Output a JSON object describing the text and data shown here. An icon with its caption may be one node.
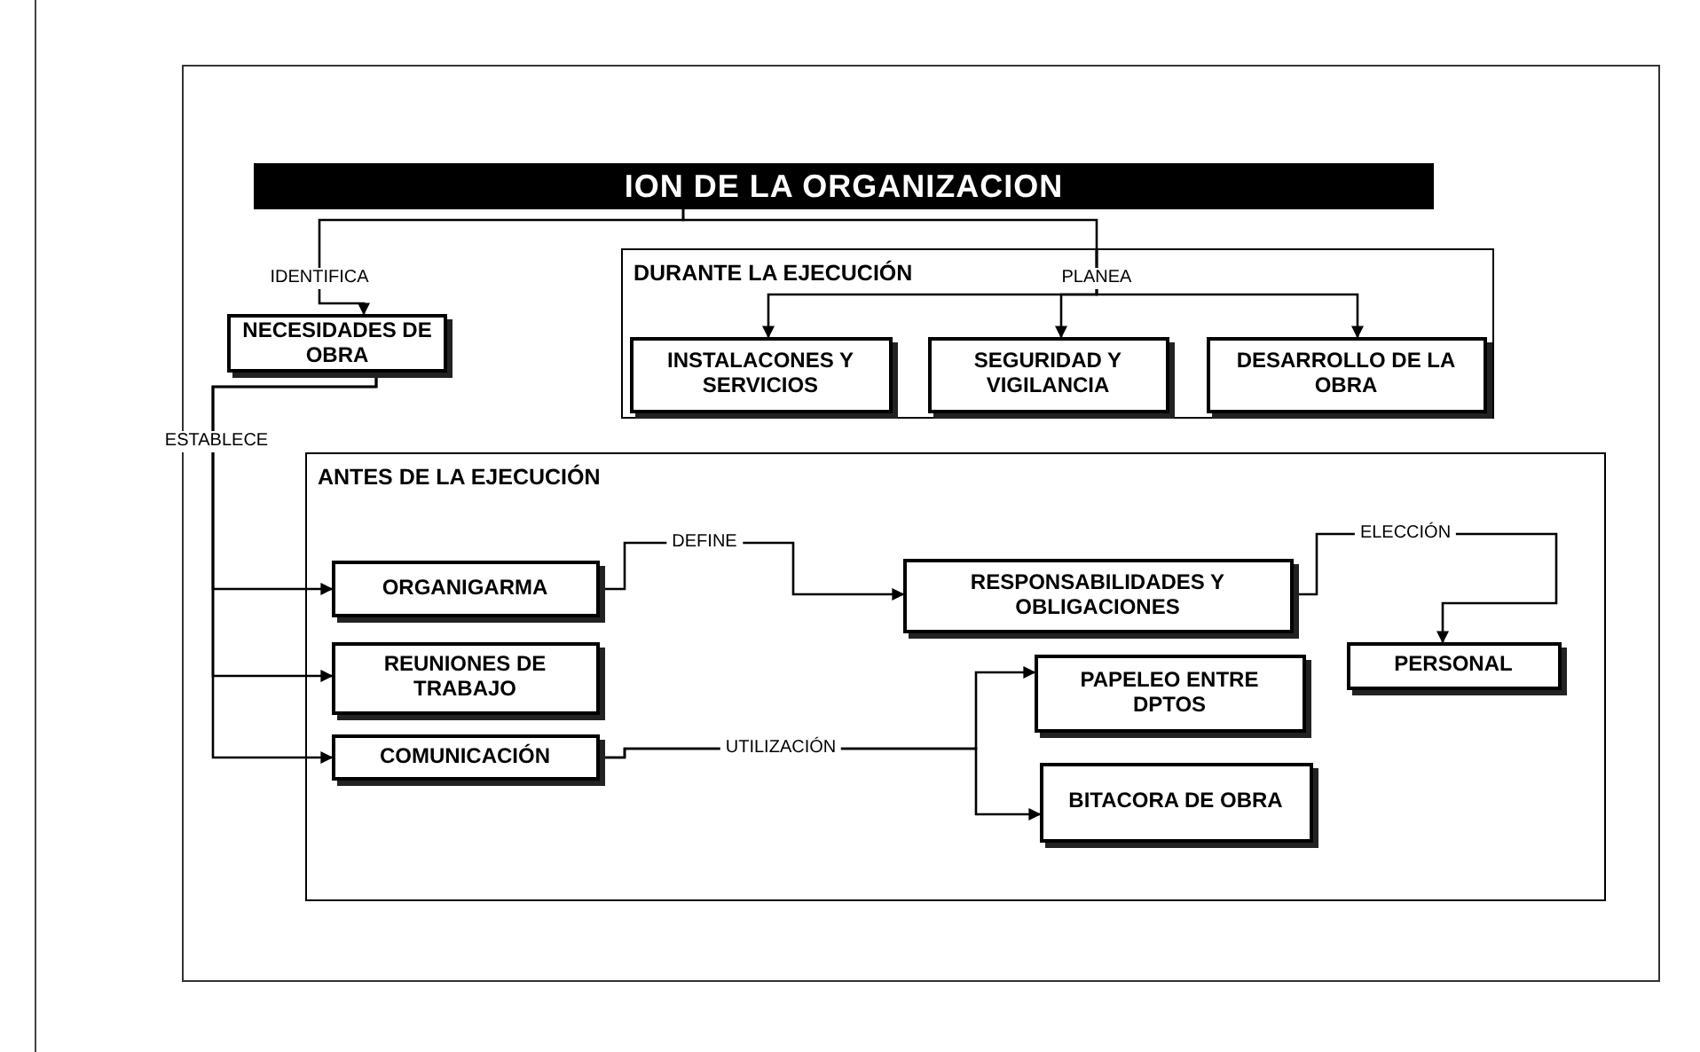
{
  "diagram": {
    "nodes": [
      {
        "text": [
          "ION DE LA ORGANIZACION"
        ]
      },
      {
        "text": [
          "DURANTE LA EJECUCIÓN"
        ]
      },
      {
        "text": [
          "NECESIDADES DE OBRA"
        ]
      },
      {
        "text": [
          "INSTALACONES Y SERVICIOS"
        ],
        "in": 1
      },
      {
        "text": [
          "SEGURIDAD Y VIGILANCIA"
        ],
        "in": 1
      },
      {
        "text": [
          "DESARROLLO DE LA OBRA"
        ],
        "in": 1
      },
      {
        "text": [
          "ANTES DE LA EJECUCIÓN"
        ]
      },
      {
        "text": [
          "ORGANIGARMA"
        ],
        "in": 6
      },
      {
        "text": [
          "REUNIONES DE TRABAJO"
        ],
        "in": 6
      },
      {
        "text": [
          "COMUNICACIÓN"
        ],
        "in": 6
      },
      {
        "text": [
          "RESPONSABILIDADES Y OBLIGACIONES"
        ],
        "in": 6
      },
      {
        "text": [
          "PERSONAL"
        ],
        "in": 6
      },
      {
        "text": [
          "PAPELEO ENTRE DPTOS"
        ],
        "in": 6
      },
      {
        "text": [
          "BITACORA DE OBRA"
        ],
        "in": 6
      }
    ],
    "edges": [
      {
        "from": 0,
        "to": 2,
        "arrow": "to",
        "label": "IDENTIFICA"
      },
      {
        "from": 0,
        "to": 1,
        "arrow": "none",
        "label": "PLANEA"
      },
      {
        "from": 1,
        "to": 3,
        "arrow": "to"
      },
      {
        "from": 1,
        "to": 4,
        "arrow": "to"
      },
      {
        "from": 1,
        "to": 5,
        "arrow": "to"
      },
      {
        "from": 2,
        "to": 7,
        "arrow": "to",
        "label": "ESTABLECE"
      },
      {
        "from": 2,
        "to": 8,
        "arrow": "to"
      },
      {
        "from": 2,
        "to": 9,
        "arrow": "to"
      },
      {
        "from": 7,
        "to": 10,
        "arrow": "to",
        "label": "DEFINE"
      },
      {
        "from": 10,
        "to": 11,
        "arrow": "to",
        "label": "ELECCIÓN"
      },
      {
        "from": 9,
        "to": 12,
        "arrow": "to",
        "label": "UTILIZACIÓN"
      },
      {
        "from": 9,
        "to": 13,
        "arrow": "to"
      }
    ]
  }
}
